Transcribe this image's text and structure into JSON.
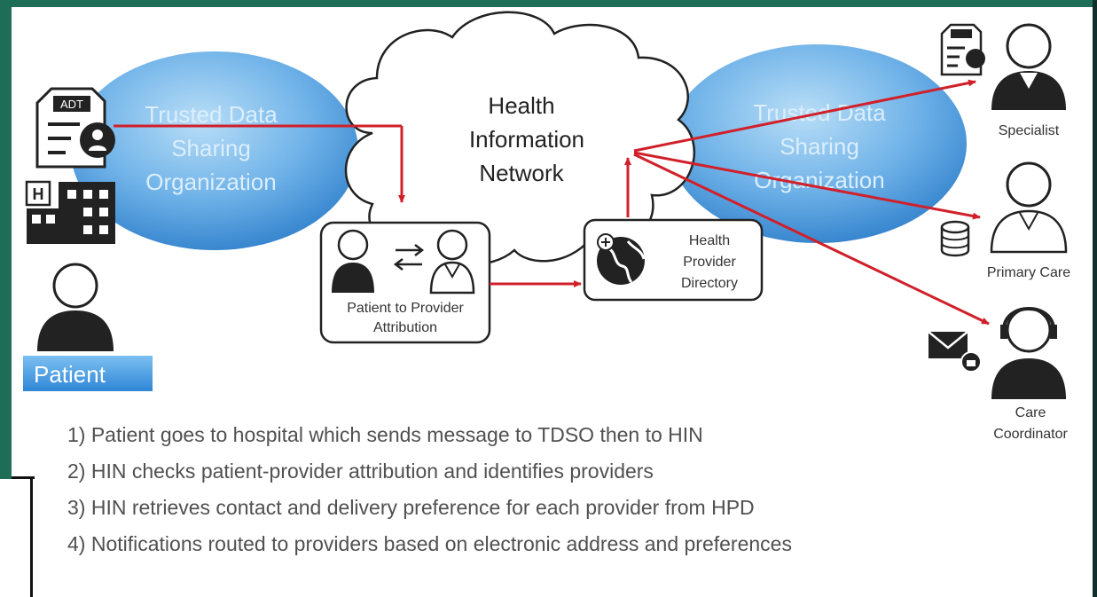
{
  "left_tdso": {
    "label_lines": [
      "Trusted Data",
      "Sharing",
      "Organization"
    ]
  },
  "right_tdso": {
    "label_lines": [
      "Trusted Data",
      "Sharing",
      "Organization"
    ]
  },
  "hin": {
    "label_lines": [
      "Health",
      "Information",
      "Network"
    ]
  },
  "attribution_box": {
    "label_lines": [
      "Patient to Provider",
      "Attribution"
    ]
  },
  "hpd_box": {
    "label_lines": [
      "Health",
      "Provider",
      "Directory"
    ]
  },
  "adt_badge": "ADT",
  "hospital_sign": "H",
  "patient_label": "Patient",
  "providers": {
    "specialist": "Specialist",
    "primary_care": "Primary Care",
    "care_coordinator_lines": [
      "Care",
      "Coordinator"
    ]
  },
  "steps": [
    "1) Patient goes to hospital which sends message to TDSO then to HIN",
    "2) HIN checks patient-provider attribution and identifies providers",
    "3) HIN retrieves contact and delivery preference for each provider from HPD",
    "4) Notifications routed to providers based on electronic address and preferences"
  ],
  "colors": {
    "ellipse_fill_light": "#9fd0f2",
    "ellipse_fill_dark": "#3a8ad2",
    "ellipse_text": "#dbeefc",
    "arrow": "#d0202a",
    "frame": "#1e6d57",
    "patient_badge": "#4a9ee0"
  }
}
